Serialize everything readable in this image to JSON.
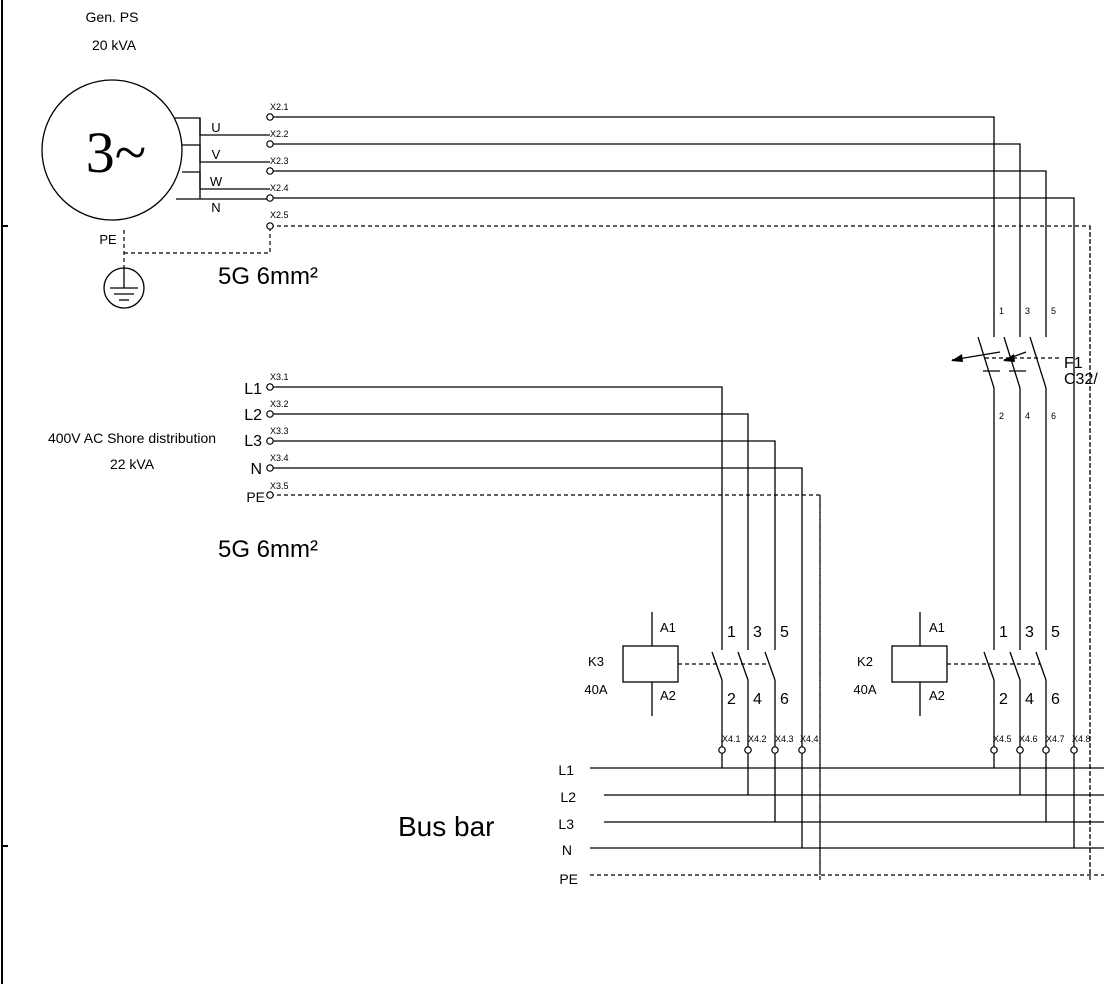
{
  "generator": {
    "title": "Gen. PS",
    "rating": "20 kVA",
    "symbol": "3~",
    "phase_labels": [
      "U",
      "V",
      "W",
      "N"
    ],
    "pe_label": "PE",
    "terminals": [
      "X2.1",
      "X2.2",
      "X2.3",
      "X2.4",
      "X2.5"
    ],
    "cable": "5G 6mm²"
  },
  "shore": {
    "title": "400V AC Shore distribution",
    "rating": "22 kVA",
    "line_labels": [
      "L1",
      "L2",
      "L3",
      "N",
      "PE"
    ],
    "terminals": [
      "X3.1",
      "X3.2",
      "X3.3",
      "X3.4",
      "X3.5"
    ],
    "cable": "5G 6mm²"
  },
  "breaker": {
    "name": "F1",
    "rating": "C32/",
    "top_pins": [
      "1",
      "3",
      "5"
    ],
    "bottom_pins": [
      "2",
      "4",
      "6"
    ]
  },
  "contactor_k3": {
    "name": "K3",
    "rating": "40A",
    "coil_top": "A1",
    "coil_bottom": "A2",
    "top_pins": [
      "1",
      "3",
      "5"
    ],
    "bottom_pins": [
      "2",
      "4",
      "6"
    ],
    "terminals": [
      "X4.1",
      "X4.2",
      "X4.3",
      "X4.4"
    ]
  },
  "contactor_k2": {
    "name": "K2",
    "rating": "40A",
    "coil_top": "A1",
    "coil_bottom": "A2",
    "top_pins": [
      "1",
      "3",
      "5"
    ],
    "bottom_pins": [
      "2",
      "4",
      "6"
    ],
    "terminals": [
      "X4.5",
      "X4.6",
      "X4.7",
      "X4.8"
    ]
  },
  "busbar": {
    "title": "Bus bar",
    "line_labels": [
      "L1",
      "L2",
      "L3",
      "N",
      "PE"
    ]
  }
}
